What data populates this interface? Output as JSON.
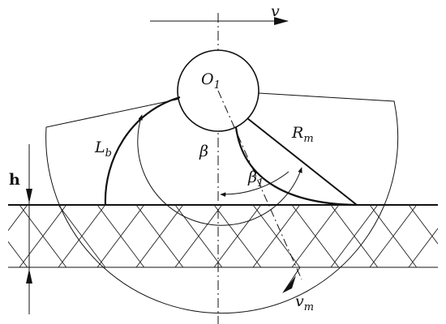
{
  "labels": {
    "v": "v",
    "o": "O",
    "o_sub": "1",
    "lb": "L",
    "lb_sub": "b",
    "rm": "R",
    "rm_sub": "m",
    "beta": "β",
    "beta1": "β",
    "beta1_sub": "1",
    "h": "h",
    "vm": "v",
    "vm_sub": "m"
  },
  "colors": {
    "ink": "#111111",
    "paper": "#ffffff"
  },
  "substrate": {
    "hatch": "cross-hatch"
  }
}
